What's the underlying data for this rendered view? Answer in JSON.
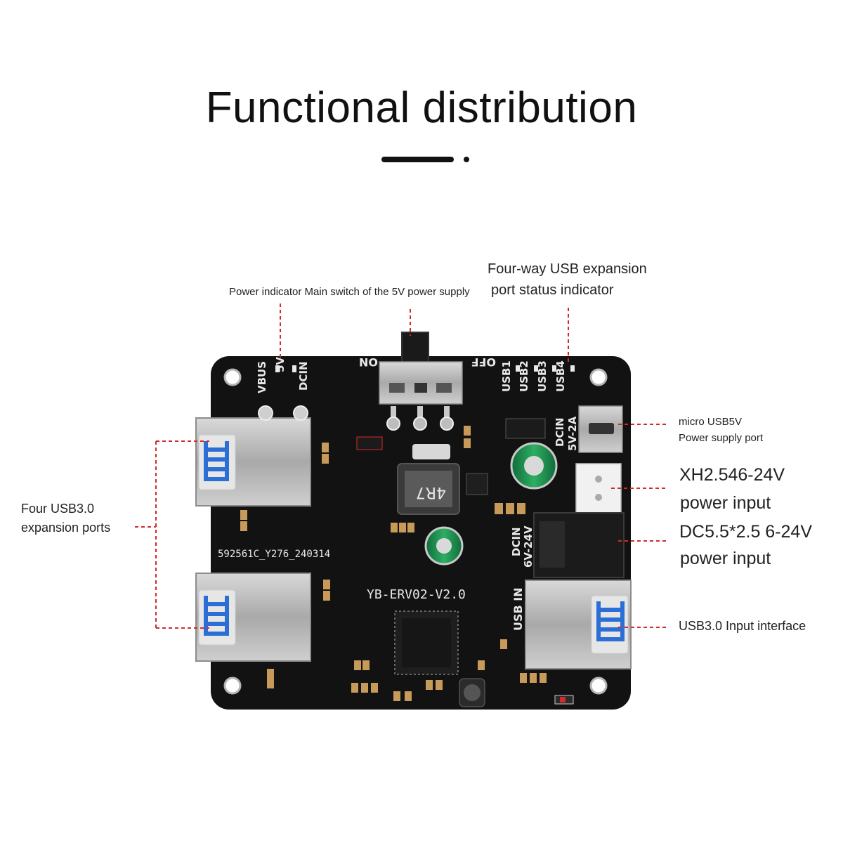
{
  "title": "Functional distribution",
  "board": {
    "model": "YB-ERV02-V2.0",
    "serial": "592561C_Y276_240314",
    "silkscreen": {
      "vbus": "VBUS",
      "v5": "5V",
      "dcin": "DCIN",
      "on": "ON",
      "off": "OFF",
      "usb1": "USB1",
      "usb2": "USB2",
      "usb3": "USB3",
      "usb4": "USB4",
      "dcin_5v": "DCIN",
      "dcin_5v_rating": "5V-2A",
      "dcin_24v": "DCIN",
      "dcin_24v_rating": "6V-24V",
      "usb_in": "USB IN",
      "inductor": "4R7"
    }
  },
  "annotations": {
    "power_indicator": "Power indicator Main switch of the 5V power supply",
    "four_way_line1": "Four-way USB expansion",
    "four_way_line2": "port status indicator",
    "micro_usb_line1": "micro USB5V",
    "micro_usb_line2": "Power supply port",
    "xh_line1": "XH2.546-24V",
    "xh_line2": "power input",
    "dc_line1": "DC5.5*2.5 6-24V",
    "dc_line2": "power input",
    "usb_input": "USB3.0 Input interface",
    "four_usb_line1": "Four USB3.0",
    "four_usb_line2": "expansion ports"
  },
  "colors": {
    "pcb": "#111111",
    "leader_line": "#d42a2a",
    "usb_blue": "#2b6fd6",
    "metal": "#b8b8b8"
  }
}
